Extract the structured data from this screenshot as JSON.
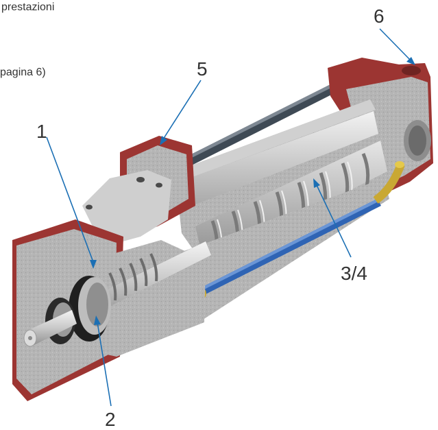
{
  "text_fragments": {
    "top": "prestazioni",
    "mid": "pagina 6)"
  },
  "callouts": {
    "c1": "1",
    "c2": "2",
    "c34": "3/4",
    "c5": "5",
    "c6": "6"
  },
  "colors": {
    "arrow": "#1b6fb4",
    "casing_red": "#9c3532",
    "casing_grey": "#b7b7b7",
    "steel": "#d9d9d9",
    "tube_blue": "#2f64b4",
    "fitting_yellow": "#c9a833"
  }
}
